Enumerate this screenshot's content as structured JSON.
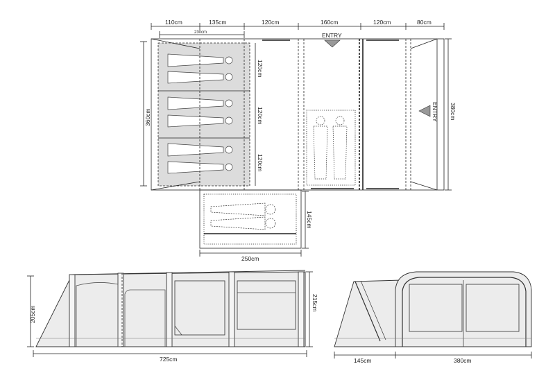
{
  "plan": {
    "top_dims": [
      "110cm",
      "135cm",
      "120cm",
      "160cm",
      "120cm",
      "80cm"
    ],
    "sub_dim": "230cm",
    "entry_top": "ENTRY",
    "entry_right": "ENTRY",
    "left_dim": "360cm",
    "right_dim": "380cm",
    "bay_dims": [
      "120cm",
      "120cm",
      "120cm"
    ],
    "annex_height": "145cm",
    "annex_width": "250cm"
  },
  "side_view": {
    "height_left": "205cm",
    "height_right": "215cm",
    "length": "725cm"
  },
  "end_view": {
    "annex_depth": "145cm",
    "depth": "380cm"
  }
}
